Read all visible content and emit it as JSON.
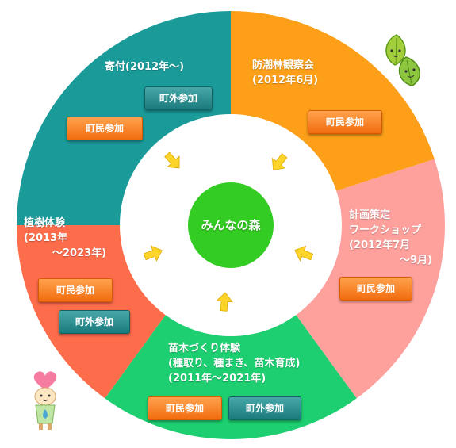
{
  "center": {
    "label": "みんなの森",
    "color": "#33cc22"
  },
  "segments": [
    {
      "id": "kifu",
      "lines": [
        "寄付(2012年〜)"
      ],
      "color": "#1b9a9a",
      "tags": [
        {
          "type": "outside",
          "label": "町外参加"
        },
        {
          "type": "resident",
          "label": "町民参加"
        }
      ]
    },
    {
      "id": "bouchorin",
      "lines": [
        "防潮林観察会",
        "(2012年6月)"
      ],
      "color": "#fd9f19",
      "tags": [
        {
          "type": "resident",
          "label": "町民参加"
        }
      ]
    },
    {
      "id": "keikaku",
      "lines": [
        "計画策定",
        "ワークショップ",
        "(2012年7月",
        "〜9月)"
      ],
      "color": "#fea09c",
      "tags": [
        {
          "type": "resident",
          "label": "町民参加"
        }
      ]
    },
    {
      "id": "naegi",
      "lines": [
        "苗木づくり体験",
        "(種取り、種まき、苗木育成)",
        "(2011年〜2021年)"
      ],
      "color": "#1dcf70",
      "tags": [
        {
          "type": "resident",
          "label": "町民参加"
        },
        {
          "type": "outside",
          "label": "町外参加"
        }
      ]
    },
    {
      "id": "shokuju",
      "lines": [
        "植樹体験",
        "(2013年",
        "〜2023年)"
      ],
      "color": "#fd6c4b",
      "tags": [
        {
          "type": "resident",
          "label": "町民参加"
        },
        {
          "type": "outside",
          "label": "町外参加"
        }
      ]
    }
  ],
  "colors": {
    "arrow": "#fdd42a",
    "ring": "#ffffff",
    "resident_tag": "#f5781a",
    "outside_tag": "#208385"
  },
  "icons": [
    "leaf-characters-icon",
    "heart-drop-character-icon",
    "arrow-inward-icon"
  ]
}
